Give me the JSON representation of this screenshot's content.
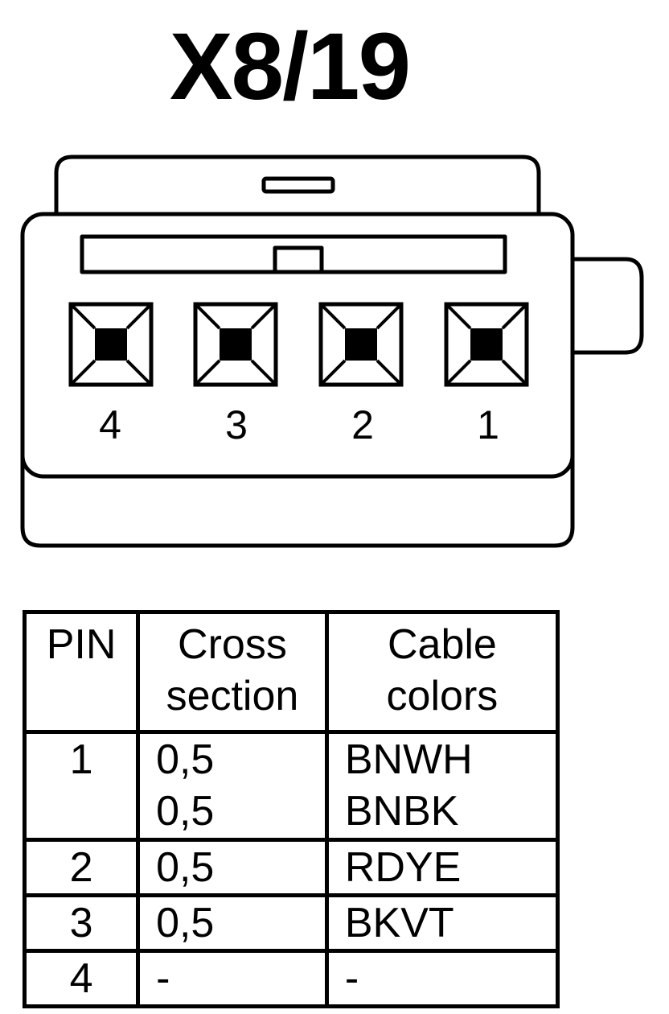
{
  "title": "X8/19",
  "pins": [
    {
      "label": "4"
    },
    {
      "label": "3"
    },
    {
      "label": "2"
    },
    {
      "label": "1"
    }
  ],
  "table": {
    "headers": {
      "pin": "PIN",
      "cross_section": [
        "Cross",
        "section"
      ],
      "cable_colors": [
        "Cable",
        "colors"
      ]
    },
    "rows": [
      {
        "pin": "1",
        "cross_section": [
          "0,5",
          "0,5"
        ],
        "cable_colors": [
          "BNWH",
          "BNBK"
        ]
      },
      {
        "pin": "2",
        "cross_section": [
          "0,5"
        ],
        "cable_colors": [
          "RDYE"
        ]
      },
      {
        "pin": "3",
        "cross_section": [
          "0,5"
        ],
        "cable_colors": [
          "BKVT"
        ]
      },
      {
        "pin": "4",
        "cross_section": [
          "-"
        ],
        "cable_colors": [
          "-"
        ]
      }
    ]
  }
}
